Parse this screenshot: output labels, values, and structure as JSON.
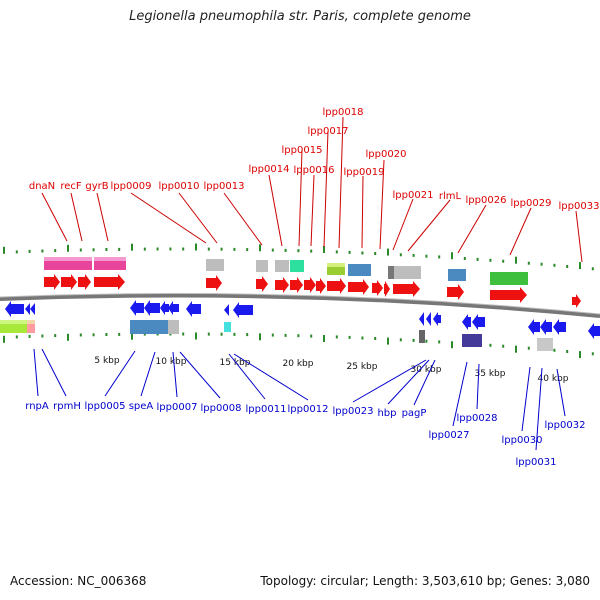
{
  "title": "Legionella pneumophila str. Paris, complete genome",
  "accession": "Accession: NC_006368",
  "summary": "Topology: circular; Length: 3,503,610 bp; Genes: 3,080",
  "colors": {
    "forward_label": "#dd0000",
    "reverse_label": "#0000cc",
    "backbone": "#888888",
    "tick": "#2a8a2a"
  },
  "scale_labels": [
    "5 kbp",
    "10 kbp",
    "15 kbp",
    "20 kbp",
    "25 kbp",
    "30 kbp",
    "35 kbp",
    "40 kbp"
  ],
  "forward_genes": [
    "dnaN",
    "recF",
    "gyrB",
    "lpp0009",
    "lpp0010",
    "lpp0013",
    "lpp0014",
    "lpp0015",
    "lpp0016",
    "lpp0017",
    "lpp0018",
    "lpp0019",
    "lpp0020",
    "lpp0021",
    "rlmL",
    "lpp0026",
    "lpp0029",
    "lpp0033"
  ],
  "reverse_genes": [
    "rnpA",
    "rpmH",
    "lpp0005",
    "speA",
    "lpp0007",
    "lpp0008",
    "lpp0011",
    "lpp0012",
    "lpp0023",
    "hbp",
    "pagP",
    "lpp0027",
    "lpp0028",
    "lpp0030",
    "lpp0031",
    "lpp0032"
  ]
}
